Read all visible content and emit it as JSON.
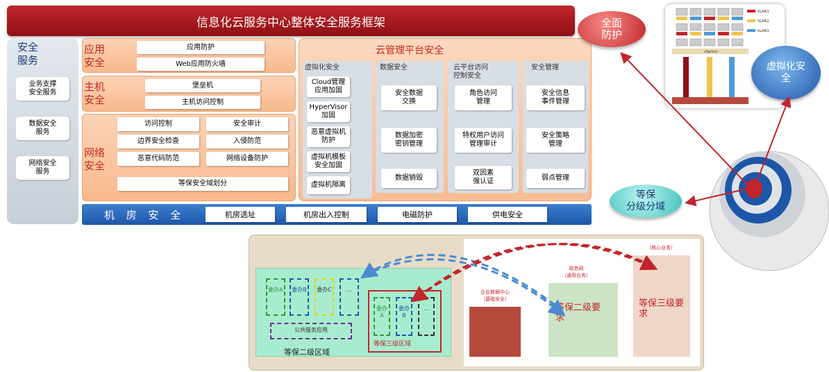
{
  "title": "信息化云服务中心整体安全服务框架",
  "side": {
    "title": "安全\n服务",
    "items": [
      "业务支撑\n安全服务",
      "数据安全\n服务",
      "网络安全\n服务"
    ]
  },
  "app_section": {
    "label": "应用\n安全",
    "items": [
      "应用防护",
      "Web应用防火墙"
    ]
  },
  "host_section": {
    "label": "主机\n安全",
    "items": [
      "堡垒机",
      "主机访问控制"
    ]
  },
  "net_section": {
    "label": "网络\n安全",
    "items": [
      "访问控制",
      "安全审计",
      "边界安全检查",
      "入侵防范",
      "恶意代码防范",
      "网络设备防护",
      "等保安全域划分"
    ]
  },
  "cloud": {
    "title": "云管理平台安全",
    "columns": [
      {
        "title": "虚拟化安全",
        "items": [
          "Cloud管理\n应用加固",
          "HyperVisor\n加固",
          "恶意虚拟机\n防护",
          "虚拟机模板\n安全加固",
          "虚拟机隔离"
        ]
      },
      {
        "title": "数据安全",
        "items": [
          "安全数据\n交换",
          "数据加密\n密钥管理",
          "数据销毁"
        ]
      },
      {
        "title": "云平台访问\n控制安全",
        "items": [
          "角色访问\n管理",
          "特权用户访问\n管理审计",
          "双因素\n强认证"
        ]
      },
      {
        "title": "安全管理",
        "items": [
          "安全信息\n事件管理",
          "安全策略\n管理",
          "弱点管理"
        ]
      }
    ]
  },
  "datacenter": {
    "title": "机 房 安 全",
    "items": [
      "机房选址",
      "机房出入控制",
      "电磁防护",
      "供电安全"
    ]
  },
  "bubbles": {
    "full_protection": "全面\n防护",
    "virtualization": "虚拟化安\n全",
    "classified": "等保\n分级分域"
  },
  "vm_panel": {
    "vlans": [
      "VLAN1",
      "VLAN2",
      "VLAN3"
    ],
    "vswitch": "vSwitch"
  },
  "bottom": {
    "green_label": "等保二级区域",
    "green_boxes": [
      "委办A",
      "委办B",
      "委办C",
      "..."
    ],
    "public_service": "公共服务应用",
    "red_label": "等保三级区域",
    "red_boxes": [
      "委办A",
      "委办B",
      "..."
    ],
    "level2_req": "等保二级要\n求",
    "level3_req": "等保三级要\n求",
    "core_label": "（核心业务）",
    "general_label": "政务网\n（通用业务）",
    "enterprise_label": "企业数据中心\n（基础安全）"
  }
}
